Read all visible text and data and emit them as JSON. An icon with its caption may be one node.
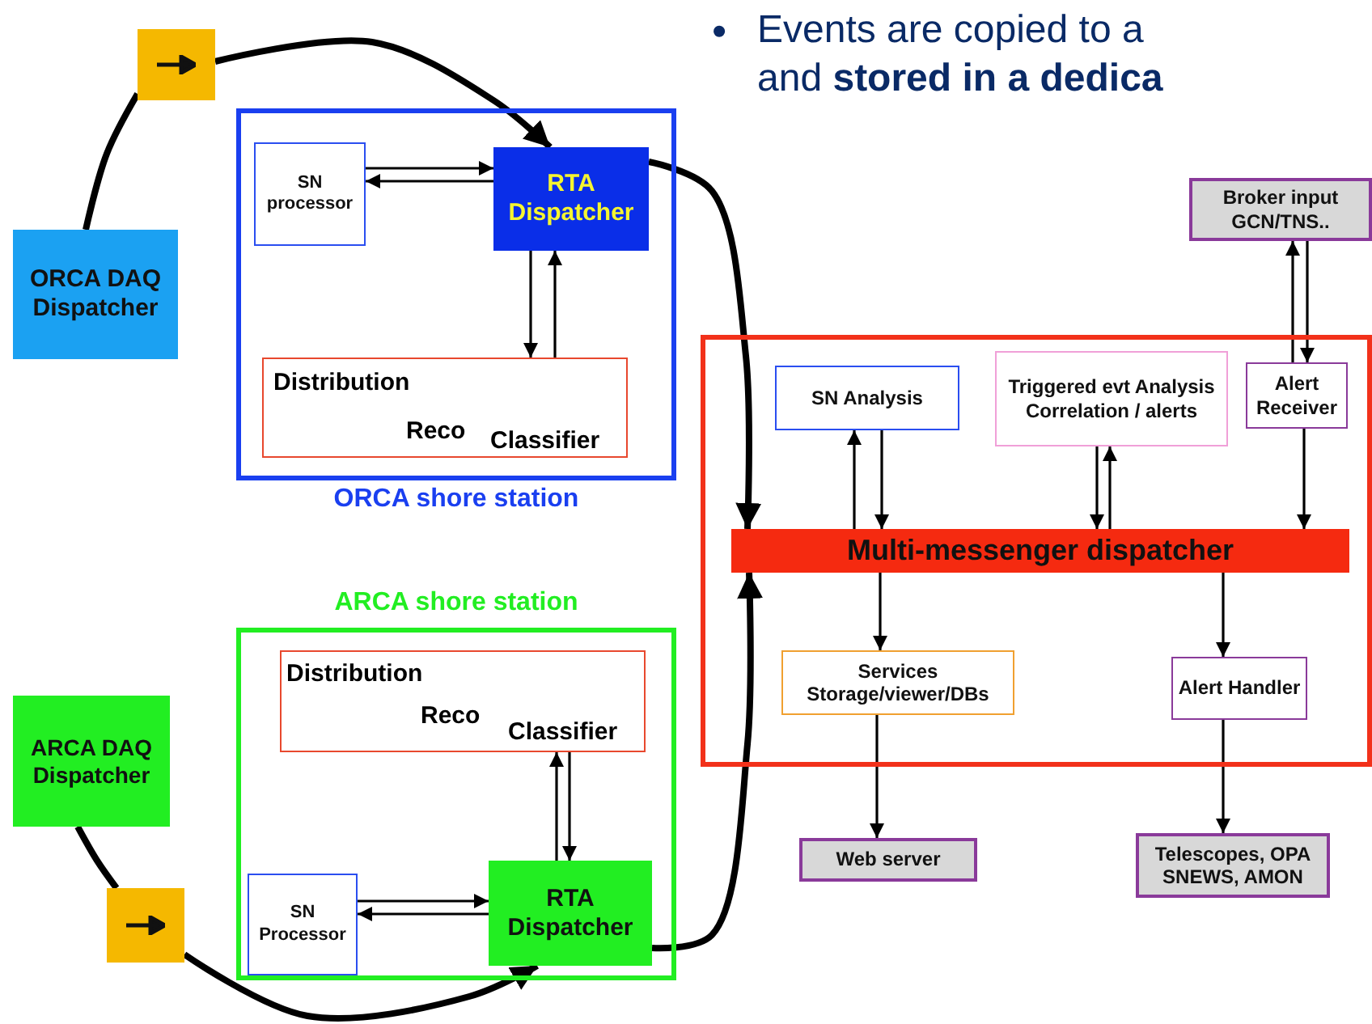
{
  "diagram": {
    "nodes": [
      {
        "text": [],
        "shape": "box"
      },
      {
        "text": [
          "ORCA DAQ Dispatcher"
        ]
      },
      {
        "text": [
          "ORCA shore station"
        ]
      },
      {
        "text": [
          "SN processor"
        ],
        "in": 2
      },
      {
        "text": [
          "RTA Dispatcher"
        ],
        "in": 2
      },
      {
        "text": [
          "Distribution",
          "Reco",
          "Classifier"
        ],
        "in": 2
      },
      {
        "text": [
          "ARCA shore station"
        ]
      },
      {
        "text": [
          "Distribution",
          "Reco",
          "Classifier"
        ],
        "in": 6
      },
      {
        "text": [
          "ARCA DAQ Dispatcher"
        ]
      },
      {
        "text": [],
        "shape": "box"
      },
      {
        "text": [
          "SN Processor"
        ],
        "in": 6
      },
      {
        "text": [
          "RTA Dispatcher"
        ],
        "in": 6
      },
      {
        "text": [],
        "shape": "box"
      },
      {
        "text": [
          "SN Analysis"
        ],
        "in": 12
      },
      {
        "text": [
          "Triggered evt Analysis Correlation / alerts"
        ],
        "in": 12
      },
      {
        "text": [
          "Alert Receiver"
        ],
        "in": 12
      },
      {
        "text": [
          "Multi-messenger dispatcher"
        ],
        "in": 12
      },
      {
        "text": [
          "Services Storage/viewer/DBs"
        ],
        "in": 12
      },
      {
        "text": [
          "Alert Handler"
        ],
        "in": 12
      },
      {
        "text": [
          "Broker input GCN/TNS.."
        ]
      },
      {
        "text": [
          "Web server"
        ]
      },
      {
        "text": [
          "Telescopes, OPA SNEWS, AMON"
        ]
      }
    ],
    "edges": [
      {
        "from": 1,
        "to": 0,
        "arrow": "none",
        "style": "thick"
      },
      {
        "from": 0,
        "to": 4,
        "arrow": "to",
        "style": "thick"
      },
      {
        "from": 4,
        "to": 16,
        "arrow": "to",
        "style": "thick"
      },
      {
        "from": 8,
        "to": 9,
        "arrow": "none",
        "style": "thick"
      },
      {
        "from": 9,
        "to": 11,
        "arrow": "to",
        "style": "thick"
      },
      {
        "from": 11,
        "to": 16,
        "arrow": "to",
        "style": "thick"
      },
      {
        "from": 3,
        "to": 4,
        "arrow": "to"
      },
      {
        "from": 4,
        "to": 3,
        "arrow": "to"
      },
      {
        "from": 4,
        "to": 5,
        "arrow": "to"
      },
      {
        "from": 5,
        "to": 4,
        "arrow": "to"
      },
      {
        "from": 11,
        "to": 7,
        "arrow": "to"
      },
      {
        "from": 7,
        "to": 11,
        "arrow": "to"
      },
      {
        "from": 10,
        "to": 11,
        "arrow": "to"
      },
      {
        "from": 11,
        "to": 10,
        "arrow": "to"
      },
      {
        "from": 16,
        "to": 13,
        "arrow": "to"
      },
      {
        "from": 13,
        "to": 16,
        "arrow": "to"
      },
      {
        "from": 14,
        "to": 16,
        "arrow": "to"
      },
      {
        "from": 16,
        "to": 14,
        "arrow": "to"
      },
      {
        "from": 15,
        "to": 19,
        "arrow": "to"
      },
      {
        "from": 19,
        "to": 15,
        "arrow": "to"
      },
      {
        "from": 15,
        "to": 16,
        "arrow": "to"
      },
      {
        "from": 16,
        "to": 17,
        "arrow": "to"
      },
      {
        "from": 16,
        "to": 18,
        "arrow": "to"
      },
      {
        "from": 17,
        "to": 20,
        "arrow": "to"
      },
      {
        "from": 18,
        "to": 21,
        "arrow": "to"
      }
    ],
    "labels": [
      "•",
      "Events are copied to a and **stored in a dedica**"
    ]
  }
}
